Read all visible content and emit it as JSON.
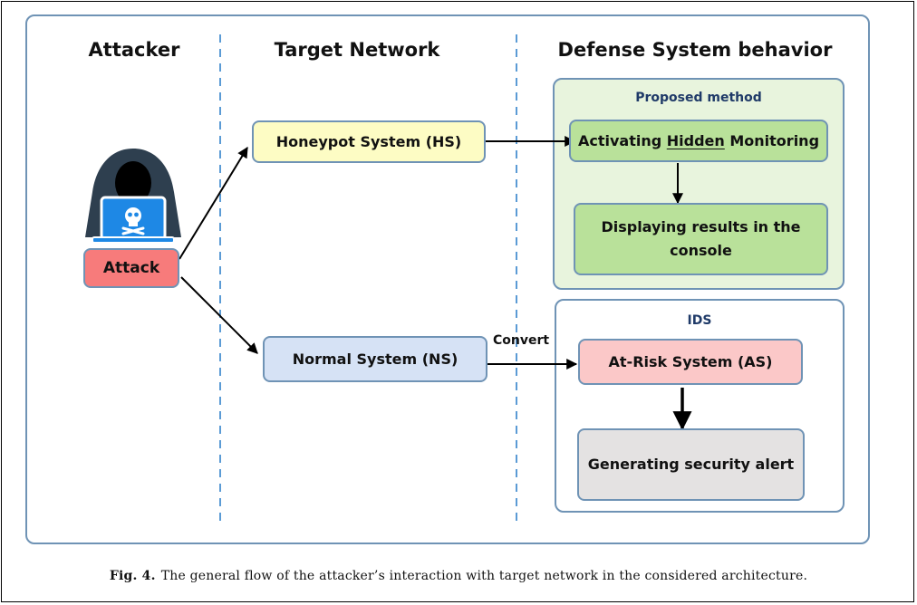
{
  "columns": {
    "attacker": "Attacker",
    "target_network": "Target Network",
    "defense": "Defense System behavior"
  },
  "attacker_node": {
    "label": "Attack",
    "icon": "hacker-icon"
  },
  "target": {
    "honeypot": "Honeypot System (HS)",
    "normal": "Normal System (NS)"
  },
  "proposed": {
    "title": "Proposed method",
    "activating_pre": "Activating ",
    "activating_hidden": "Hidden",
    "activating_post": " Monitoring",
    "displaying": "Displaying results in the console"
  },
  "ids": {
    "title": "IDS",
    "at_risk": "At-Risk System (AS)",
    "alert": "Generating security alert"
  },
  "edge_labels": {
    "convert": "Convert"
  },
  "caption": {
    "label": "Fig. 4.",
    "text": "The general flow of the attacker’s interaction with target network in the considered architecture."
  },
  "colors": {
    "frame_border": "#6f93b5",
    "attack_fill": "#f77b7b",
    "honeypot_fill": "#fdfcc4",
    "normal_fill": "#d6e2f5",
    "proposed_panel_fill": "#e8f4dd",
    "proposed_box_fill": "#b9e19a",
    "at_risk_fill": "#fbc8c8",
    "alert_fill": "#e4e2e2",
    "hacker_dark": "#2e3f4f",
    "laptop_blue": "#1e88e5"
  }
}
